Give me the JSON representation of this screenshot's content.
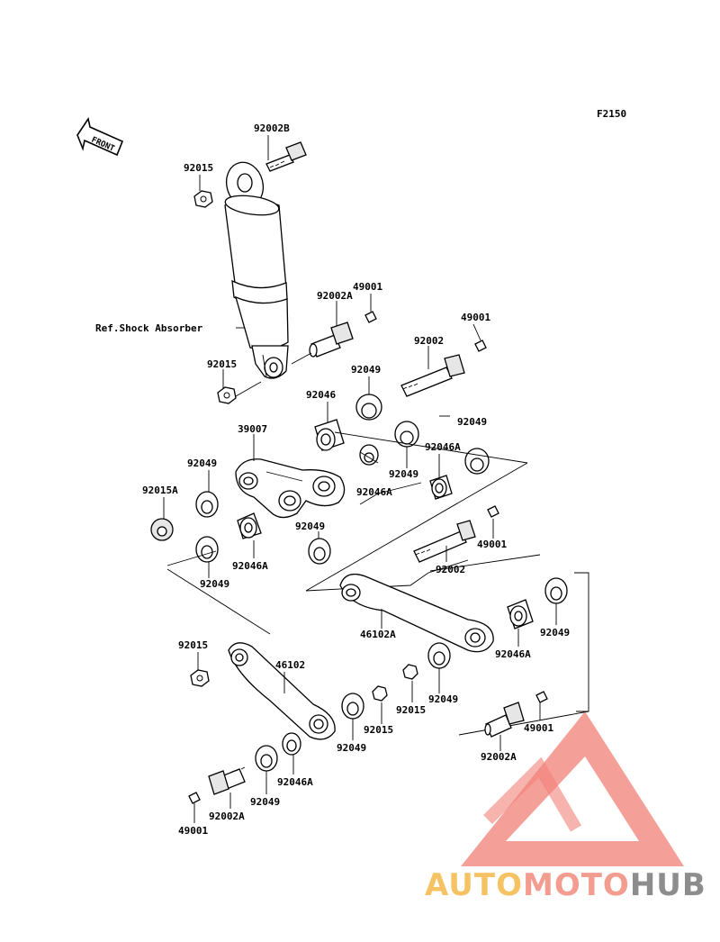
{
  "figure_code": "F2150",
  "front_arrow_label": "FRONT",
  "reference_label": "Ref.Shock Absorber",
  "part_labels": [
    {
      "key": "l01",
      "text": "92002B"
    },
    {
      "key": "l02",
      "text": "92015"
    },
    {
      "key": "l03",
      "text": "49001"
    },
    {
      "key": "l04",
      "text": "92002A"
    },
    {
      "key": "l05",
      "text": "49001"
    },
    {
      "key": "l06",
      "text": "92002"
    },
    {
      "key": "l07",
      "text": "92015"
    },
    {
      "key": "l08",
      "text": "92049"
    },
    {
      "key": "l09",
      "text": "92046"
    },
    {
      "key": "l10",
      "text": "92049"
    },
    {
      "key": "l11",
      "text": "39007"
    },
    {
      "key": "l12",
      "text": "92046A"
    },
    {
      "key": "l13",
      "text": "92049"
    },
    {
      "key": "l14",
      "text": "92049"
    },
    {
      "key": "l15",
      "text": "92046A"
    },
    {
      "key": "l16",
      "text": "92015A"
    },
    {
      "key": "l17",
      "text": "92049"
    },
    {
      "key": "l18",
      "text": "49001"
    },
    {
      "key": "l19",
      "text": "92046A"
    },
    {
      "key": "l20",
      "text": "92002"
    },
    {
      "key": "l21",
      "text": "92049"
    },
    {
      "key": "l22",
      "text": "46102A"
    },
    {
      "key": "l23",
      "text": "92046A"
    },
    {
      "key": "l24",
      "text": "92049"
    },
    {
      "key": "l25",
      "text": "92015"
    },
    {
      "key": "l26",
      "text": "46102"
    },
    {
      "key": "l27",
      "text": "92049"
    },
    {
      "key": "l28",
      "text": "92015"
    },
    {
      "key": "l29",
      "text": "92015"
    },
    {
      "key": "l30",
      "text": "49001"
    },
    {
      "key": "l31",
      "text": "92049"
    },
    {
      "key": "l32",
      "text": "92002A"
    },
    {
      "key": "l33",
      "text": "92046A"
    },
    {
      "key": "l34",
      "text": "92049"
    },
    {
      "key": "l35",
      "text": "92002A"
    },
    {
      "key": "l36",
      "text": "49001"
    }
  ],
  "watermark": {
    "part1": "AUTO",
    "part2": "MOTO",
    "part3": "HUB",
    "colors": {
      "auto": "#f5b94a",
      "moto": "#f08c7c",
      "hub": "#7a7a7a",
      "triangle": "#ef6a60"
    }
  }
}
